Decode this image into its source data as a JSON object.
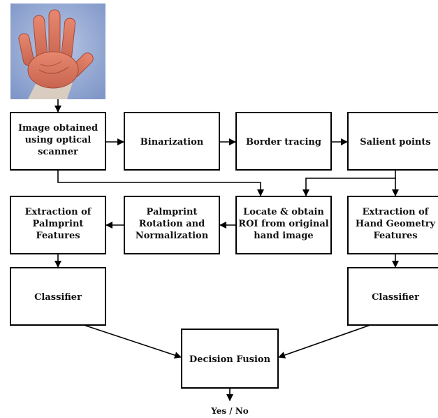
{
  "nodes": {
    "scanner": [
      "Image obtained",
      "using optical",
      "scanner"
    ],
    "binarization": [
      "Binarization"
    ],
    "border": [
      "Border tracing"
    ],
    "salient": [
      "Salient points"
    ],
    "palm_feat": [
      "Extraction of",
      "Palmprint",
      "Features"
    ],
    "rotation": [
      "Palmprint",
      "Rotation and",
      "Normalization"
    ],
    "roi": [
      "Locate & obtain",
      "ROI from original",
      "hand image"
    ],
    "hand_geo": [
      "Extraction of",
      "Hand Geometry",
      "Features"
    ],
    "classifier_left": [
      "Classifier"
    ],
    "classifier_right": [
      "Classifier"
    ],
    "fusion": [
      "Decision Fusion"
    ]
  },
  "output": "Yes / No",
  "colors": {
    "line": "#000000",
    "text": "#111111",
    "background": "#ffffff"
  },
  "icons": {
    "input_image": "open-hand-palm-photo"
  }
}
